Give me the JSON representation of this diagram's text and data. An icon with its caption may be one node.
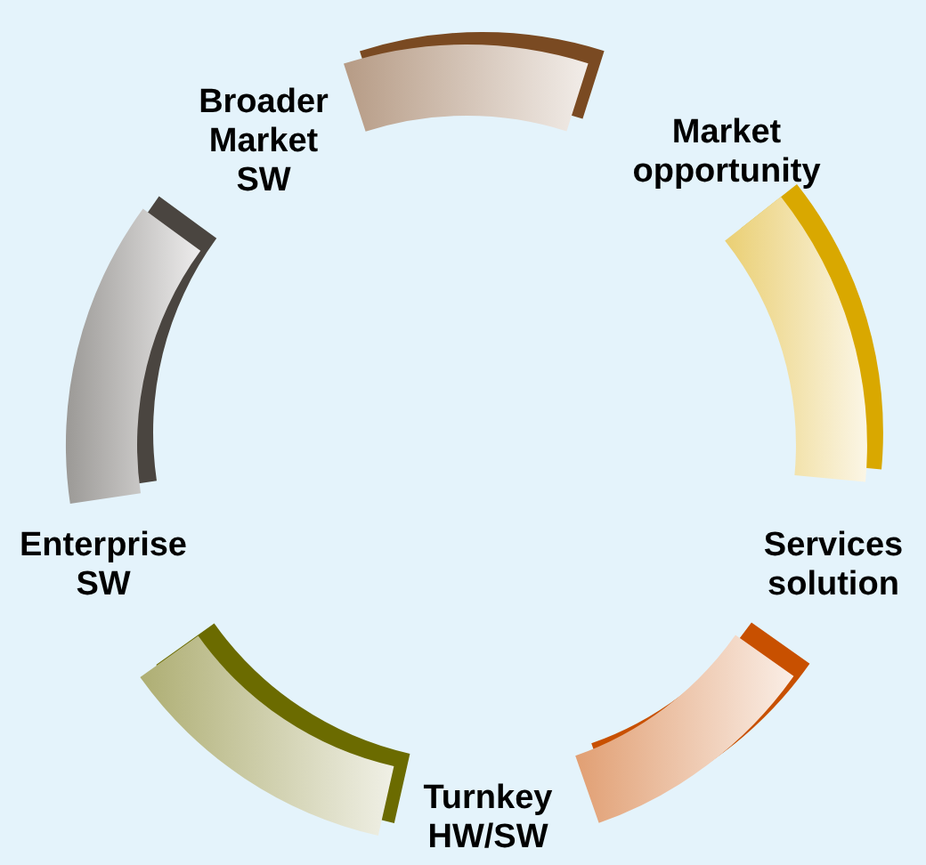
{
  "diagram": {
    "nodes": [
      {
        "text": [
          "Broader Market SW"
        ]
      },
      {
        "text": [
          "Market opportunity"
        ]
      },
      {
        "text": [
          "Enterprise SW"
        ]
      },
      {
        "text": [
          "Services solution"
        ]
      },
      {
        "text": [
          "Turnkey HW/SW"
        ]
      }
    ],
    "edges": [
      {
        "from": 0,
        "to": 1,
        "arrow": "none",
        "color": "#7a4a22"
      },
      {
        "from": 1,
        "to": 3,
        "arrow": "none",
        "color": "#d9a800"
      },
      {
        "from": 3,
        "to": 4,
        "arrow": "none",
        "color": "#c85000"
      },
      {
        "from": 4,
        "to": 2,
        "arrow": "none",
        "color": "#6b6b00"
      },
      {
        "from": 2,
        "to": 0,
        "arrow": "none",
        "color": "#4a4540"
      }
    ]
  }
}
